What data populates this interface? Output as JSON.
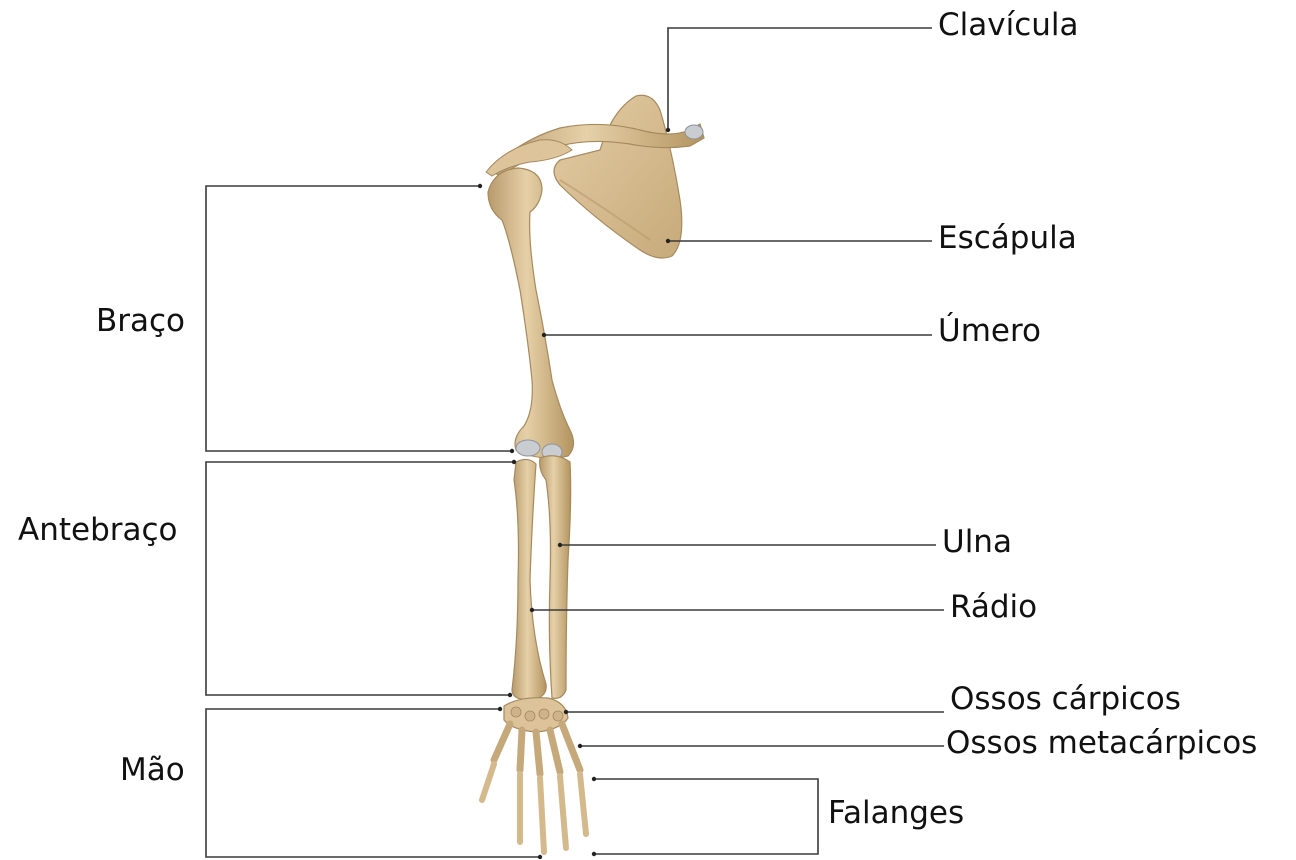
{
  "diagram": {
    "labels_right": {
      "clavicle": "Clavícula",
      "scapula": "Escápula",
      "humerus": "Úmero",
      "ulna": "Ulna",
      "radius": "Rádio",
      "carpals": "Ossos cárpicos",
      "metacarpals": "Ossos metacárpicos",
      "phalanges": "Falanges"
    },
    "labels_left": {
      "arm": "Braço",
      "forearm": "Antebraço",
      "hand": "Mão"
    },
    "colors": {
      "bone": "#d9bf95",
      "bone_shadow": "#b89a6c",
      "bone_light": "#ead7b4",
      "cartilage": "#c9cdd2",
      "leader_line": "#3a3a3a",
      "text": "#111111"
    }
  }
}
